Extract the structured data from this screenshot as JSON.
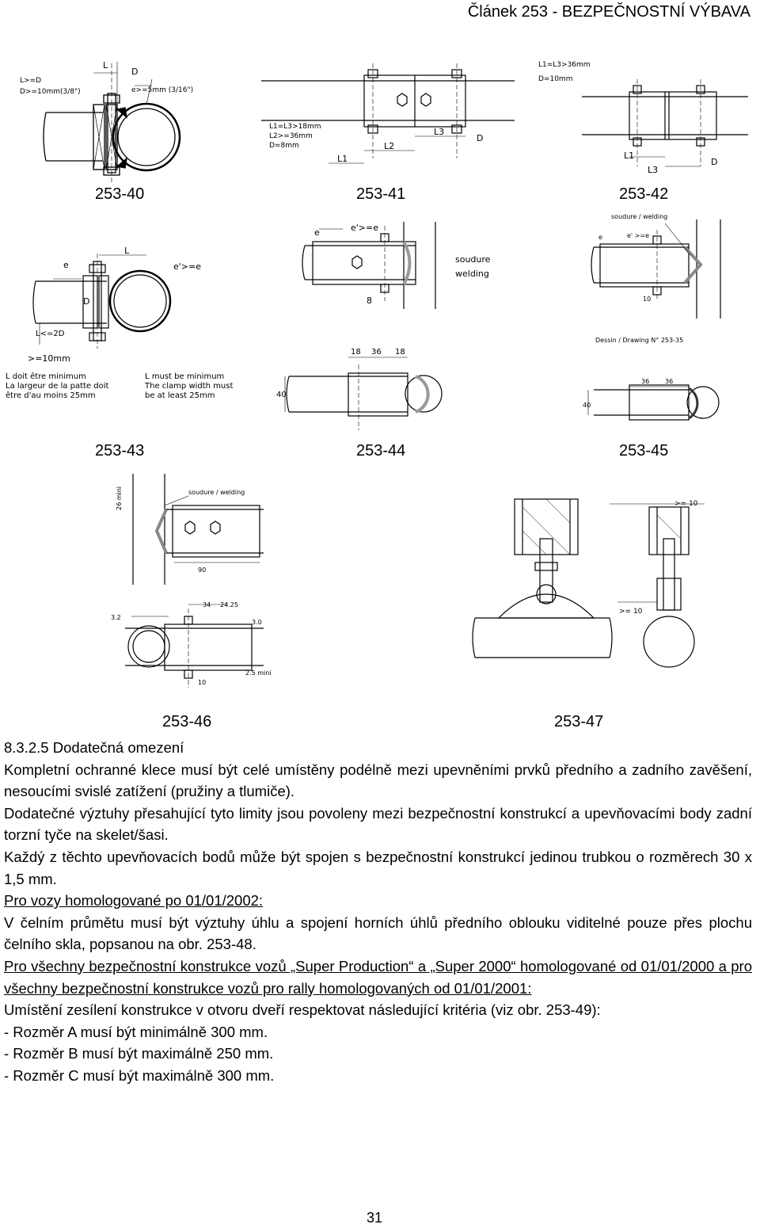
{
  "header": {
    "title": "Článek 253 - BEZPEČNOSTNÍ VÝBAVA"
  },
  "figures": {
    "f253_40": {
      "caption": "253-40",
      "labels": {
        "l1": "L>=D",
        "l2": "D>=10mm(3/8\")",
        "l3": "L",
        "l4": "D",
        "l5": "e>=5mm (3/16\")"
      }
    },
    "f253_41": {
      "caption": "253-41",
      "labels": {
        "l1": "L1=L3>18mm",
        "l2": "L2>=36mm",
        "l3": "D=8mm",
        "l4": "L1",
        "l5": "L2",
        "l6": "L3",
        "l7": "D"
      }
    },
    "f253_42": {
      "caption": "253-42",
      "labels": {
        "l1": "L1=L3>36mm",
        "l2": "D=10mm",
        "l3": "L1",
        "l4": "L3",
        "l5": "D"
      }
    },
    "f253_43": {
      "caption": "253-43",
      "labels": {
        "e": "e",
        "L": "L",
        "e2": "e'>=e",
        "D": "D",
        "l2d": "L<=2D",
        "ten": ">=10mm",
        "fr1": "L doit être minimum",
        "fr2": "La largeur de la patte doit",
        "fr3": "être d'au moins 25mm",
        "en1": "L must be minimum",
        "en2": "The clamp width must",
        "en3": "be at least 25mm"
      }
    },
    "f253_44": {
      "caption": "253-44",
      "labels": {
        "e": "e",
        "e2": "e'>=e",
        "sou": "soudure",
        "wel": "welding",
        "eight": "8",
        "d18a": "18",
        "d36": "36",
        "d18b": "18",
        "d40": "40"
      }
    },
    "f253_45": {
      "caption": "253-45",
      "labels": {
        "sw": "soudure / welding",
        "e": "e",
        "e2": "e' >=e",
        "ten": "10",
        "dessin": "Dessin / Drawing N° 253-35",
        "d36a": "36",
        "d36b": "36",
        "d40": "40"
      }
    },
    "f253_46": {
      "caption": "253-46",
      "labels": {
        "sw": "soudure / welding",
        "mini26": "26 mini",
        "d90": "90",
        "d34": "34",
        "d2425": "24.25",
        "d32": "3.2",
        "d30": "3.0",
        "d10": "10",
        "mini25": "2.5 mini"
      }
    },
    "f253_47": {
      "caption": "253-47",
      "labels": {
        "ge10a": ">= 10",
        "ge10b": ">= 10"
      }
    }
  },
  "text": {
    "section": "8.3.2.5 Dodatečná omezení",
    "p1": "Kompletní ochranné klece musí být celé umístěny podélně mezi upevněními prvků předního a zadního zavěšení, nesoucími svislé zatížení (pružiny a tlumiče).",
    "p2": "Dodatečné výztuhy přesahující tyto limity jsou povoleny mezi bezpečnostní konstrukcí a upevňovacími body zadní torzní tyče na skelet/šasi.",
    "p3": "Každý z těchto upevňovacích bodů může být spojen s bezpečnostní konstrukcí jedinou trubkou o rozměrech 30 x 1,5 mm.",
    "p4": "Pro vozy homologované po 01/01/2002:",
    "p5": "V čelním průmětu musí být výztuhy úhlu a spojení horních úhlů předního oblouku viditelné pouze přes plochu čelního skla, popsanou na obr. 253-48.",
    "p6": "Pro všechny bezpečnostní konstrukce vozů „Super Production“ a „Super 2000“ homologované od 01/01/2000 a pro všechny bezpečnostní konstrukce vozů pro rally homologovaných od 01/01/2001:",
    "p7": "Umístění zesílení konstrukce v otvoru dveří respektovat následující kritéria (viz obr. 253-49):",
    "p8": "- Rozměr A musí být minimálně 300 mm.",
    "p9": "- Rozměr B musí být maximálně 250 mm.",
    "p10": "- Rozměr C musí být maximálně 300 mm."
  },
  "page_number": "31"
}
